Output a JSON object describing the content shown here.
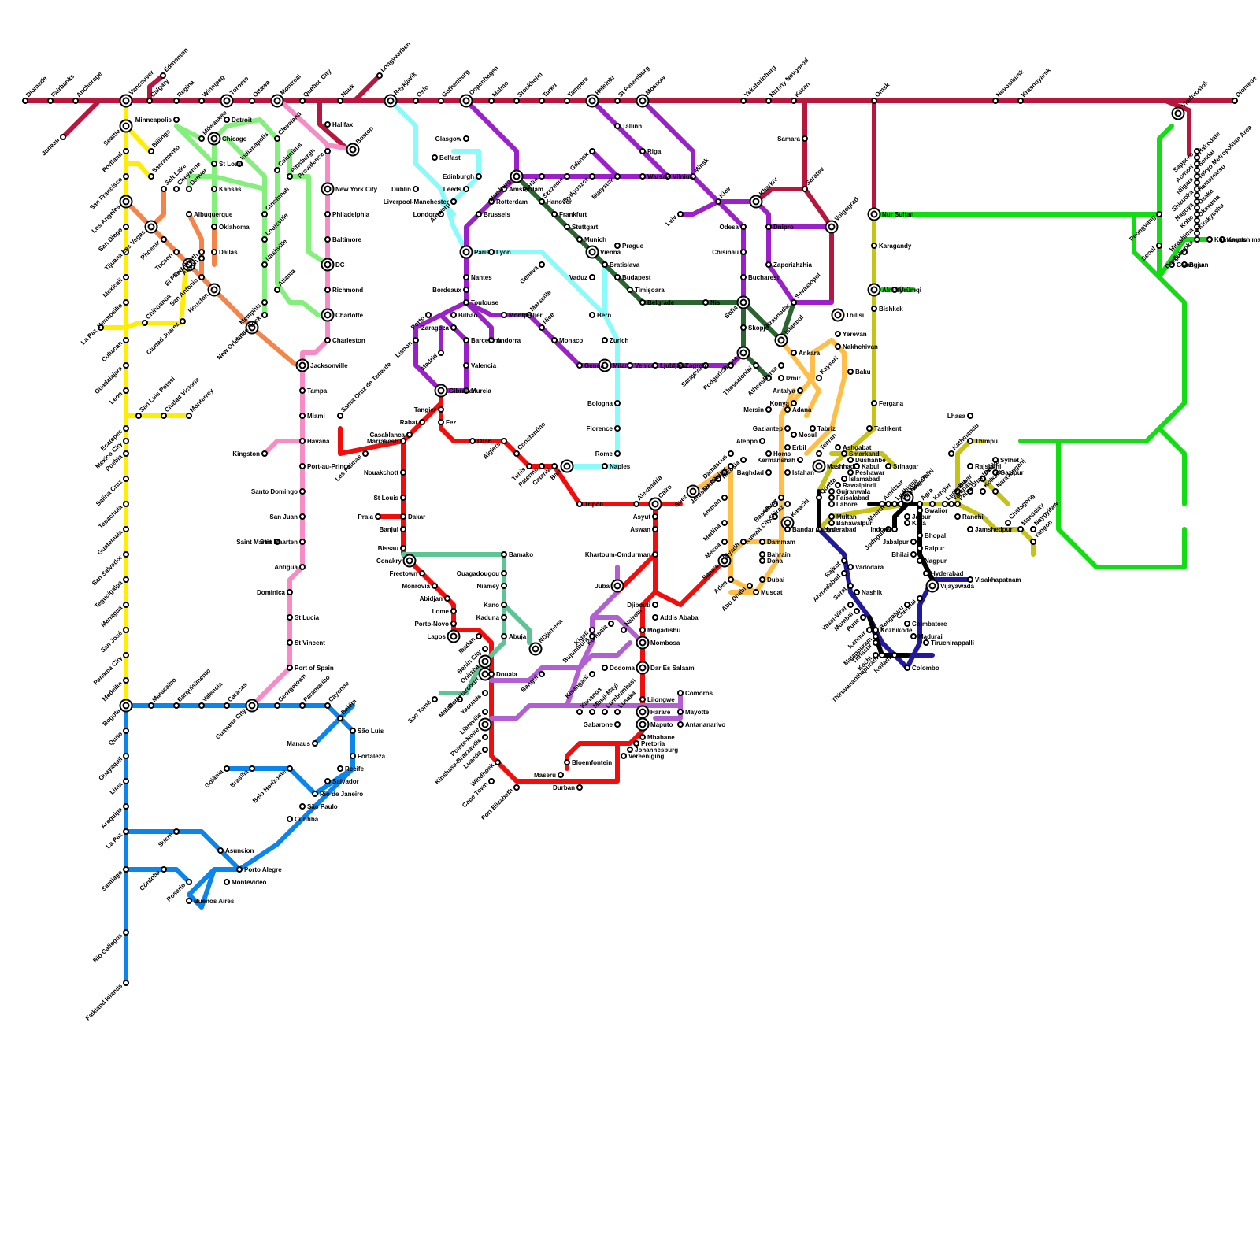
{
  "colors": {
    "north": "#b5173f",
    "yellow": "#ffee00",
    "orange": "#f5844a",
    "green": "#82f07a",
    "pink": "#f68bc6",
    "cyan": "#8afbfb",
    "purple": "#9b20c9",
    "darkgreen": "#2a6430",
    "red": "#f20d0d",
    "seagreen": "#5ec495",
    "lavender": "#b25fd2",
    "blue": "#0c85ea",
    "gold": "#ffbe48",
    "olive": "#c6c315",
    "navy": "#221a9c",
    "black": "#000000",
    "lime": "#12dd12"
  },
  "labels": {
    "diomede": "Diomede",
    "fairbanks": "Fairbanks",
    "anchorage": "Anchorage",
    "juneau": "Juneau",
    "vancouver": "Vancouver",
    "calgary": "Calgary",
    "edmonton": "Edmonton",
    "regina": "Regina",
    "winnipeg": "Winnipeg",
    "toronto": "Toronto",
    "ottawa": "Ottawa",
    "montreal": "Montreal",
    "quebec": "Quebec City",
    "nuuk": "Nuuk",
    "longyearben": "Longyearben",
    "halifax": "Halifax",
    "boston": "Boston",
    "reykjavik": "Reykjavik",
    "oslo": "Oslo",
    "gothenburg": "Gothenburg",
    "copenhagen": "Copenhagen",
    "malmo": "Malmo",
    "stockholm": "Stockholm",
    "turku": "Turku",
    "tampere": "Tampere",
    "helsinki": "Helsinki",
    "stpetersburg": "St Petersburg",
    "moscow": "Moscow",
    "yekaterinburg": "Yekaterinburg",
    "nizhny": "Nizhny Novgorod",
    "kazan": "Kazan",
    "omsk": "Omsk",
    "novosibirsk": "Novosibirsk",
    "krasnoyarsk": "Krasnoyarsk",
    "vladivostok": "Vladivostok",
    "diomede_east": "Diomede",
    "seattle": "Seattle",
    "portland": "Portland",
    "sanfrancisco": "San Francisco",
    "losangeles": "Los Angeles",
    "sandiego": "San Diego",
    "tijuana": "Tijuana",
    "mexicali": "Mexicali",
    "hermosillo": "Hermosillo",
    "culiacan": "Culiacan",
    "lapaz_mx": "La Paz",
    "guadalajara": "Guadalajara",
    "leon": "Leon",
    "ecatepec": "Ecatepec",
    "mexicocity": "Mexico City",
    "puebla": "Puebla",
    "salinacruz": "Salina Cruz",
    "tapachula": "Tapachula",
    "guatemala": "Guatemala",
    "sansalvador": "San Salvador",
    "tegucigalpa": "Tegucigalpa",
    "managua": "Managua",
    "sanjose": "San José",
    "panama": "Panama City",
    "medellin": "Medellin",
    "bogota": "Bogota",
    "billings": "Billings",
    "sacramento": "Sacramento",
    "saltlake": "Salt Lake",
    "lasvegas": "Las Vegas",
    "phoenix": "Phoenix",
    "tucson": "Tucson",
    "elpaso": "El Paso",
    "chihuahua": "Chihuahua",
    "ciudadjuarez": "Ciudad Juarez",
    "sanluispotosi": "San Luis Potosi",
    "ciudadvictoria": "Ciudad Victoria",
    "monterrey": "Monterrey",
    "minneapolis": "Minneapolis",
    "milwaukee": "Milwaukee",
    "chicago": "Chicago",
    "detroit": "Detroit",
    "cheyenne": "Cheyenne",
    "denver": "Denver",
    "stlouis": "St Louis",
    "kansas": "Kansas",
    "albuquerque": "Albuquerque",
    "oklahoma": "Oklahoma",
    "fortworth": "Fort Worth",
    "austin": "Austin",
    "dallas": "Dallas",
    "sanantonio": "San Antonio",
    "houston": "Houston",
    "neworleans": "New Orleans",
    "cleveland": "Cleveland",
    "columbus": "Columbus",
    "indianapolis": "Indianapolis",
    "pittsburgh": "Pittsburgh",
    "cincinnati": "Cincinnati",
    "louisville": "Louisville",
    "nashville": "Nashville",
    "memphis": "Memphis",
    "littlerock": "Little Rock",
    "atlanta": "Atlanta",
    "providence": "Providence",
    "newyork": "New York City",
    "philadelphia": "Philadelphia",
    "baltimore": "Baltimore",
    "dc": "DC",
    "richmond": "Richmond",
    "charlotte": "Charlotte",
    "charleston": "Charleston",
    "jacksonville": "Jacksonville",
    "tampa": "Tampa",
    "miami": "Miami",
    "havana": "Havana",
    "kingston": "Kingston",
    "portauprince": "Port-au-Prince",
    "santodomingo": "Santo Domingo",
    "sanjuan": "San Juan",
    "saintmartin": "Saint Martin",
    "sintmaarten": "Sint Maarten",
    "antigua": "Antigua",
    "dominica": "Dominica",
    "stlucia": "St Lucia",
    "stvincent": "St Vincent",
    "portofspain": "Port of Spain",
    "maracaibo": "Maracaibo",
    "barquisimeto": "Barquisimento",
    "valencia_ve": "Valencia",
    "caracas": "Caracas",
    "guyanacity": "Guayana City",
    "georgetown": "Georgetown",
    "paramaribo": "Paramaribo",
    "cayenne": "Cayenne",
    "belem": "Belém",
    "saoluis": "São Luís",
    "manaus": "Manaus",
    "fortaleza": "Fortaleza",
    "recife": "Recife",
    "salvador": "Salvador",
    "goiania": "Goiânia",
    "brasilia": "Brasília",
    "belohorizonte": "Belo Horizonte",
    "riodejaneiro": "Rio de Janeiro",
    "saopaulo": "São Paulo",
    "curitiba": "Curitiba",
    "quito": "Quito",
    "guayaquil": "Guayaquil",
    "lima": "Lima",
    "arequipa": "Arequipa",
    "lapaz_bo": "La Paz",
    "sucre": "Sucre",
    "asuncion": "Asuncion",
    "santiago": "Santiago",
    "cordoba": "Córdoba",
    "rosario": "Rosario",
    "buenosaires": "Buenos Aires",
    "montevideo": "Montevideo",
    "portoalegre": "Porto Alegre",
    "riogallegos": "Rio Gallegos",
    "falkland": "Falkland Islands",
    "glasgow": "Glasgow",
    "belfast": "Belfast",
    "edinburgh": "Edinburgh",
    "leeds": "Leeds",
    "dublin": "Dublin",
    "liverpool": "Liverpool-Manchester",
    "london": "London",
    "antwerp": "Antwerp",
    "hamburg": "Hamburg",
    "amsterdam": "Amsterdam",
    "rotterdam": "Rotterdam",
    "brussels": "Brussels",
    "paris": "Paris",
    "lyon": "Lyon",
    "geneva": "Geneva",
    "bordeaux": "Bordeaux",
    "nantes": "Nantes",
    "toulouse": "Toulouse",
    "porto": "Porto",
    "lisbon": "Lisbon",
    "madrid": "Madrid",
    "zaragoza": "Zaragoza",
    "bilbao": "Bilbao",
    "barcelona": "Barcelona",
    "valencia": "Valencia",
    "murcia": "Murcia",
    "andorra": "Andorra",
    "montpellier": "Montpellier",
    "marseille": "Marseille",
    "nice": "Nice",
    "monaco": "Monaco",
    "genoa": "Genoa",
    "milan": "Milan",
    "venice": "Venice",
    "ljubljana": "Ljubljana",
    "zagreb": "Zagreb",
    "sarajevo": "Sarajevo",
    "podgorica": "Podgorica",
    "tirana": "Tirana",
    "skopje": "Skopje",
    "thessaloniki": "Thessaloniki",
    "athens": "Athens",
    "sofia": "Sofia",
    "nis": "Nis",
    "belgrade": "Belgrade",
    "timisoara": "Timişoara",
    "budapest": "Budapest",
    "bratislava": "Bratislava",
    "vienna": "Vienna",
    "prague": "Prague",
    "vaduz": "Vaduz",
    "bern": "Bern",
    "zurich": "Zurich",
    "bologna": "Bologna",
    "florence": "Florence",
    "rome": "Rome",
    "naples": "Naples",
    "bari": "Bari",
    "catania": "Catania",
    "palermo": "Palermo",
    "tunis": "Tunis",
    "tripoli": "Tripoli",
    "berlin": "Berlin",
    "szczecin": "Szczecin",
    "bydgoszcz": "Bydgoszcz",
    "gdansk": "Gdansk",
    "bialystok": "Bialystok",
    "warsaw": "Warsaw",
    "vilnius": "Vilnius",
    "minsk": "Minsk",
    "riga": "Riga",
    "tallinn": "Tallinn",
    "kiev": "Kiev",
    "lviv": "Lviv",
    "kharkiv": "Kharkiv",
    "dnipro": "Dnipro",
    "zaporizhzhia": "Zaporizhzhia",
    "odesa": "Odesa",
    "chisinau": "Chisinau",
    "bucharest": "Bucharest",
    "krasnodar": "Krasnodar",
    "sevastopol": "Sevastopol",
    "istanbul": "Istanbul",
    "hanover": "Hanover",
    "frankfurt": "Frankfurt",
    "stuttgart": "Stuttgart",
    "munich": "Munich",
    "samara": "Samara",
    "saratov": "Saratov",
    "volgograd": "Volgograd",
    "tbilisi": "Tbilisi",
    "yerevan": "Yerevan",
    "nakhchivan": "Nakhchivan",
    "baku": "Baku",
    "nursultan": "Nur Sultan",
    "karagandy": "Karagandy",
    "almaty": "Almaty",
    "urumqi": "Ürümqi",
    "bishkek": "Bishkek",
    "fergana": "Fergana",
    "tashkent": "Tashkent",
    "tangier": "Tangier",
    "gibraltar": "Gibraltar",
    "rabat": "Rabat",
    "fez": "Fez",
    "casablanca": "Casablanca",
    "marrakesh": "Marrakesh",
    "santacruz": "Santa Cruz de Tenerife",
    "laspalmas": "Las Palmas",
    "oran": "Oran",
    "algiers": "Algiers",
    "constantine": "Constantine",
    "nouakchott": "Nouakchott",
    "stlouis_sn": "St Louis",
    "dakar": "Dakar",
    "praia": "Praia",
    "banjul": "Banjul",
    "bissau": "Bissau",
    "conakry": "Conakry",
    "freetown": "Freetown",
    "monrovia": "Monrovia",
    "abidjan": "Abidjan",
    "lome": "Lome",
    "portonovo": "Porto-Novo",
    "lagos": "Lagos",
    "ibadan": "Ibadan",
    "benincity": "Benin City",
    "onitsha": "Onitsha",
    "portharcourt": "Port Harcourt",
    "douala": "Douala",
    "malabo": "Malabo",
    "saotome": "Sao Tomé",
    "yaounde": "Yaounde",
    "libreville": "Libreville",
    "pointenoire": "Pointe-Noire",
    "kinshasa": "Kinshasa-Brazzaville",
    "luanda": "Luanda",
    "windhoek": "Windhoek",
    "capetown": "Cape Town",
    "portelizabeth": "Port Elizabeth",
    "durban": "Durban",
    "maseru": "Maseru",
    "bloemfontein": "Bloemfontein",
    "vereeniging": "Vereeniging",
    "johannesburg": "Johannesburg",
    "pretoria": "Pretoria",
    "mbabane": "Mbabane",
    "maputo": "Maputo",
    "gabarone": "Gabarone",
    "antananarivo": "Antananarivo",
    "mayotte": "Mayotte",
    "comoros": "Comoros",
    "harare": "Harare",
    "lilongwe": "Lilongwe",
    "lusaka": "Lusaka",
    "lumbumbasi": "Lumbumbasi",
    "mbujimayi": "Mbuji-Mayi",
    "kananga": "Kananga",
    "bamako": "Bamako",
    "ouagadougou": "Ouagadougou",
    "niamey": "Niamey",
    "kano": "Kano",
    "kaduna": "Kaduna",
    "abuja": "Abuja",
    "ndjamena": "NDjamena",
    "bangui": "Bangui",
    "kisangani": "Kisangani",
    "bujumbura": "Bujumbura",
    "kigali": "Kigali",
    "kampala": "Kampala",
    "dodoma": "Dodoma",
    "daressalaam": "Dar Es Salaam",
    "mombosa": "Mombosa",
    "nairobi": "Nairobi",
    "juba": "Juba",
    "mogadishu": "Mogadishu",
    "addisababa": "Addis Ababa",
    "djibouti": "Djibouti",
    "khartoum": "Khartoum-Omdurman",
    "aswan": "Aswan",
    "asyut": "Asyut",
    "cairo": "Cairo",
    "alexandria": "Alexandria",
    "suez": "Suez",
    "jerusalem": "Jerusalem",
    "telaviv": "Tel-Aviv",
    "beirut": "Beirut",
    "damascus": "Damascus",
    "nicosia": "Nicosia",
    "amman": "Amman",
    "medina": "Medina",
    "mecca": "Mecca",
    "sanaa": "Sana'a",
    "aden": "Aden",
    "riyadh": "Riyadh",
    "dammam": "Dammam",
    "bahrain": "Bahrain",
    "doha": "Doha",
    "abudhabi": "Abu Dhabi",
    "dubai": "Dubai",
    "muscat": "Muscat",
    "kuwait": "Kuwait City",
    "basrah": "Basrah",
    "ahvaz": "Ahvaz",
    "shiraz": "Shiraz",
    "baghdad": "Baghdad",
    "kermanshah": "Kermanshah",
    "isfahan": "Isfahan",
    "tehran": "Tehran",
    "tabriz": "Tabriz",
    "erbil": "Erbil",
    "mosul": "Mosul",
    "homs": "Homs",
    "aleppo": "Aleppo",
    "gaziantep": "Gaziantep",
    "adana": "Adana",
    "mersin": "Mersin",
    "konya": "Konya",
    "antalya": "Antalya",
    "izmir": "Izmir",
    "bursa": "Bursa",
    "ankara": "Ankara",
    "kayseri": "Kayseri",
    "mashhad": "Mashhad",
    "ashgabat": "Ashgabat",
    "smarkand": "Smarkand",
    "dushanbe": "Dushanbe",
    "kabul": "Kabul",
    "peshawar": "Peshawar",
    "islamabad": "Islamabad",
    "rawalpindi": "Rawalpindi",
    "gujranwala": "Gujranwala",
    "lahore": "Lahore",
    "faisalabad": "Faisalabad",
    "multan": "Multan",
    "bahawalpur": "Bahawalpur",
    "quetta": "Quetta",
    "karachi": "Karachi",
    "bandarabbas": "Bandar Abbas",
    "hyderabad_pk": "Hyderabad",
    "srinagar": "Srinagar",
    "amritsar": "Amritsar",
    "ludhiana": "Ludhiana",
    "chandigarh": "Chandigarh",
    "meerut": "Meerut",
    "newdelhi": "New Delhi",
    "agra": "Agra",
    "kanpur": "Kanpur",
    "lucknow": "Lucknow",
    "varanasi": "Varanasi",
    "patna": "Patna",
    "jaipur": "Jaipur",
    "jodhpur": "Jodhpur",
    "indore": "Indore",
    "kota": "Kota",
    "gwalior": "Gwalior",
    "bhopal": "Bhopal",
    "jabalpur": "Jabalpur",
    "raipur": "Raipur",
    "bhilai": "Bhilai",
    "nagpur": "Nagpur",
    "hyderabad_in": "Hyderabad",
    "vijayawada": "Vijayawada",
    "visakhapatnam": "Visakhapatnam",
    "chennai": "Chennai",
    "bengaluru": "Bengaluru",
    "coimbatore": "Coimbatore",
    "madurai": "Madurai",
    "tiruchirappalli": "Tiruchirappalli",
    "colombo": "Colombo",
    "kollam": "Kollam",
    "thiruvananthapuram": "Thiruvananthapuram",
    "kochi": "Kochi",
    "thrissur": "Thrissur",
    "malappuram": "Malappuram",
    "kozhikode": "Kozhikode",
    "kannur": "Kannur",
    "pune": "Pune",
    "mumbai": "Mumbai",
    "vasaivirar": "Vasai-Virar",
    "nashik": "Nashik",
    "surat": "Surat",
    "ahmedabad": "Ahmedabad",
    "vadodara": "Vadodara",
    "rajkot": "Rajkot",
    "lhasa": "Lhasa",
    "thimpu": "Thimpu",
    "kathmandu": "Kathmandu",
    "rajshahi": "Rajshahi",
    "sylhet": "Sylhet",
    "gazipur": "Gazipur",
    "dhaka": "Dhaka",
    "kolkata": "Kolkata",
    "narayanganj": "Narayanganj",
    "dhanbad": "Dhanbad",
    "ranchi": "Ranchi",
    "jamshedpur": "Jamshedpur",
    "chittagong": "Chittagong",
    "mandalay": "Mandalay",
    "naypyitaw": "Naypyitaw",
    "yangon": "Yangon",
    "bihar": "Bihar",
    "sapporo": "Sapporo",
    "hakodate": "Hakodate",
    "aomori": "Aomori",
    "sendai": "Sendai",
    "niigata": "Niigata",
    "tokyo": "Tokyo Metropolitan Area",
    "shizuoka": "Shizuoka",
    "hamamatsu": "Hamamatsu",
    "nagoya": "Nagoya",
    "osaka": "Osaka",
    "kobe": "Kobe",
    "okayama": "Okayama",
    "hiroshima": "Hiroshima",
    "kitakyushu": "Kitakyushu",
    "fukuoka": "Fukuoka",
    "daegu": "Daegu",
    "busan": "Busan",
    "kumamoto": "Kumamoto",
    "kagoshima": "Kagoshima",
    "seoul": "Seoul",
    "gwangju": "Gwangju",
    "pyongyang": "Peongyang"
  }
}
